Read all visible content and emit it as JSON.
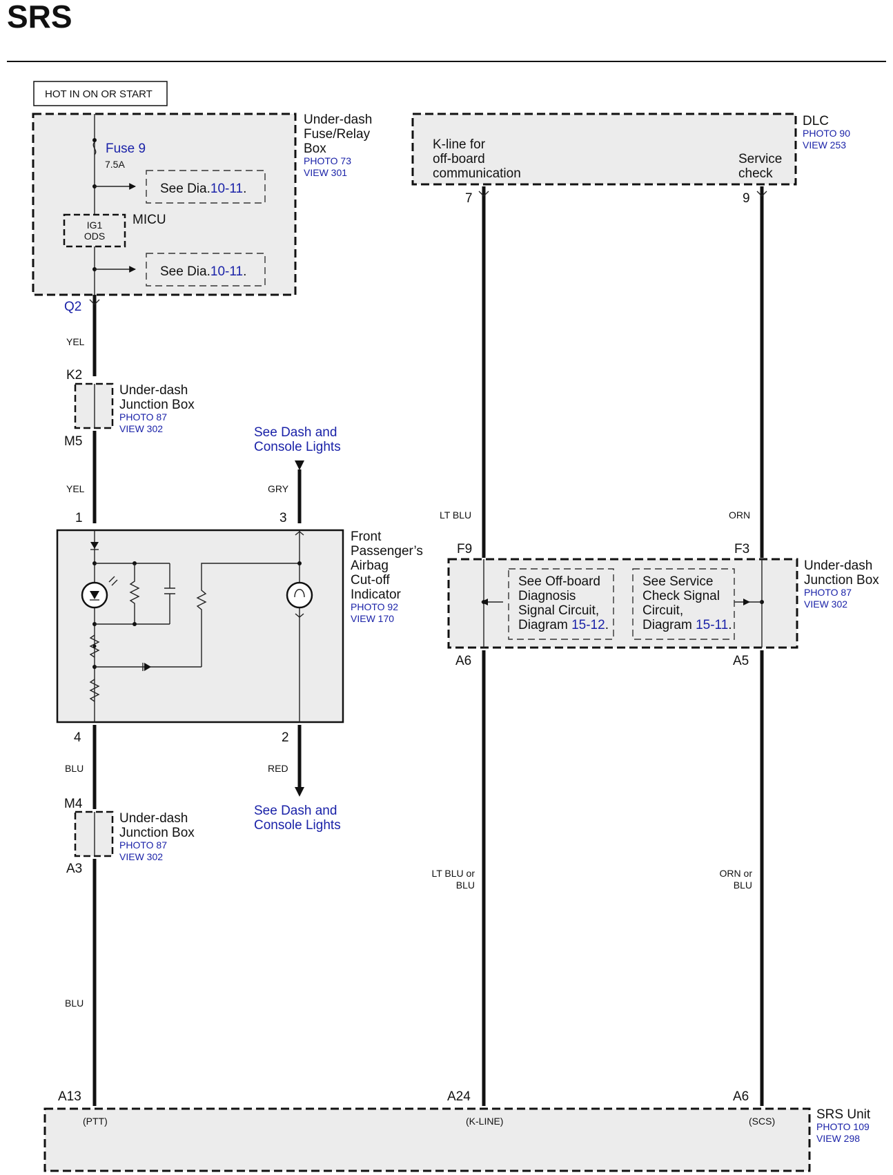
{
  "title": "SRS",
  "power": {
    "label": "HOT IN ON OR START"
  },
  "fuse_box": {
    "name_lines": [
      "Under-dash",
      "Fuse/Relay",
      "Box"
    ],
    "photo": "PHOTO 73",
    "view": "VIEW 301",
    "fuse_label": "Fuse 9",
    "fuse_rating": "7.5A",
    "see_a_prefix": "See Dia.",
    "see_a_link": "10-11",
    "see_a_suffix": ".",
    "see_b_prefix": "See Dia.",
    "see_b_link": "10-11",
    "see_b_suffix": ".",
    "micu_label": "MICU",
    "ig1": "IG1",
    "ods": "ODS",
    "terminal": "Q2"
  },
  "wire_yel_1": "YEL",
  "jb1": {
    "top_terminal": "K2",
    "bottom_terminal": "M5",
    "name_lines": [
      "Under-dash",
      "Junction Box"
    ],
    "photo": "PHOTO 87",
    "view": "VIEW 302"
  },
  "wire_yel_2": "YEL",
  "dash_top": {
    "line1": "See Dash and",
    "line2": "Console Lights",
    "wire": "GRY"
  },
  "indicator": {
    "pin_1": "1",
    "pin_3": "3",
    "pin_4": "4",
    "pin_2": "2",
    "name_lines": [
      "Front",
      "Passenger’s",
      "Airbag",
      "Cut-off",
      "Indicator"
    ],
    "photo": "PHOTO 92",
    "view": "VIEW 170"
  },
  "wire_blu_1": "BLU",
  "wire_red": "RED",
  "dash_bottom": {
    "line1": "See Dash and",
    "line2": "Console Lights"
  },
  "jb2": {
    "top_terminal": "M4",
    "bottom_terminal": "A3",
    "name_lines": [
      "Under-dash",
      "Junction Box"
    ],
    "photo": "PHOTO 87",
    "view": "VIEW 302"
  },
  "wire_blu_2": "BLU",
  "dlc": {
    "name": "DLC",
    "photo": "PHOTO 90",
    "view": "VIEW 253",
    "kline_lines": [
      "K-line for",
      "off-board",
      "communication"
    ],
    "service_lines": [
      "Service",
      "check"
    ],
    "pin_7": "7",
    "pin_9": "9"
  },
  "wire_lt_blu": "LT BLU",
  "wire_orn": "ORN",
  "jb3": {
    "f9": "F9",
    "f3": "F3",
    "a6": "A6",
    "a5": "A5",
    "name_lines": [
      "Under-dash",
      "Junction Box"
    ],
    "photo": "PHOTO 87",
    "view": "VIEW 302",
    "offboard_lines": [
      "See Off-board",
      "Diagnosis",
      "Signal Circuit,"
    ],
    "offboard_diag_prefix": "Diagram ",
    "offboard_diag_link": "15-12",
    "offboard_diag_suffix": ".",
    "service_lines": [
      "See Service",
      "Check Signal",
      "Circuit,"
    ],
    "service_diag_prefix": "Diagram ",
    "service_diag_link": "15-11",
    "service_diag_suffix": "."
  },
  "wire_lt_blu_or_blu": [
    "LT BLU or",
    "BLU"
  ],
  "wire_orn_or_blu": [
    "ORN or",
    "BLU"
  ],
  "srs_unit": {
    "pin_a13": "A13",
    "pin_a24": "A24",
    "pin_a6": "A6",
    "ptt": "(PTT)",
    "kline": "(K-LINE)",
    "scs": "(SCS)",
    "name": "SRS Unit",
    "photo": "PHOTO 109",
    "view": "VIEW 298"
  },
  "colors": {
    "link": "#1a22a8",
    "line": "#111111",
    "box_fill": "#ececec"
  }
}
